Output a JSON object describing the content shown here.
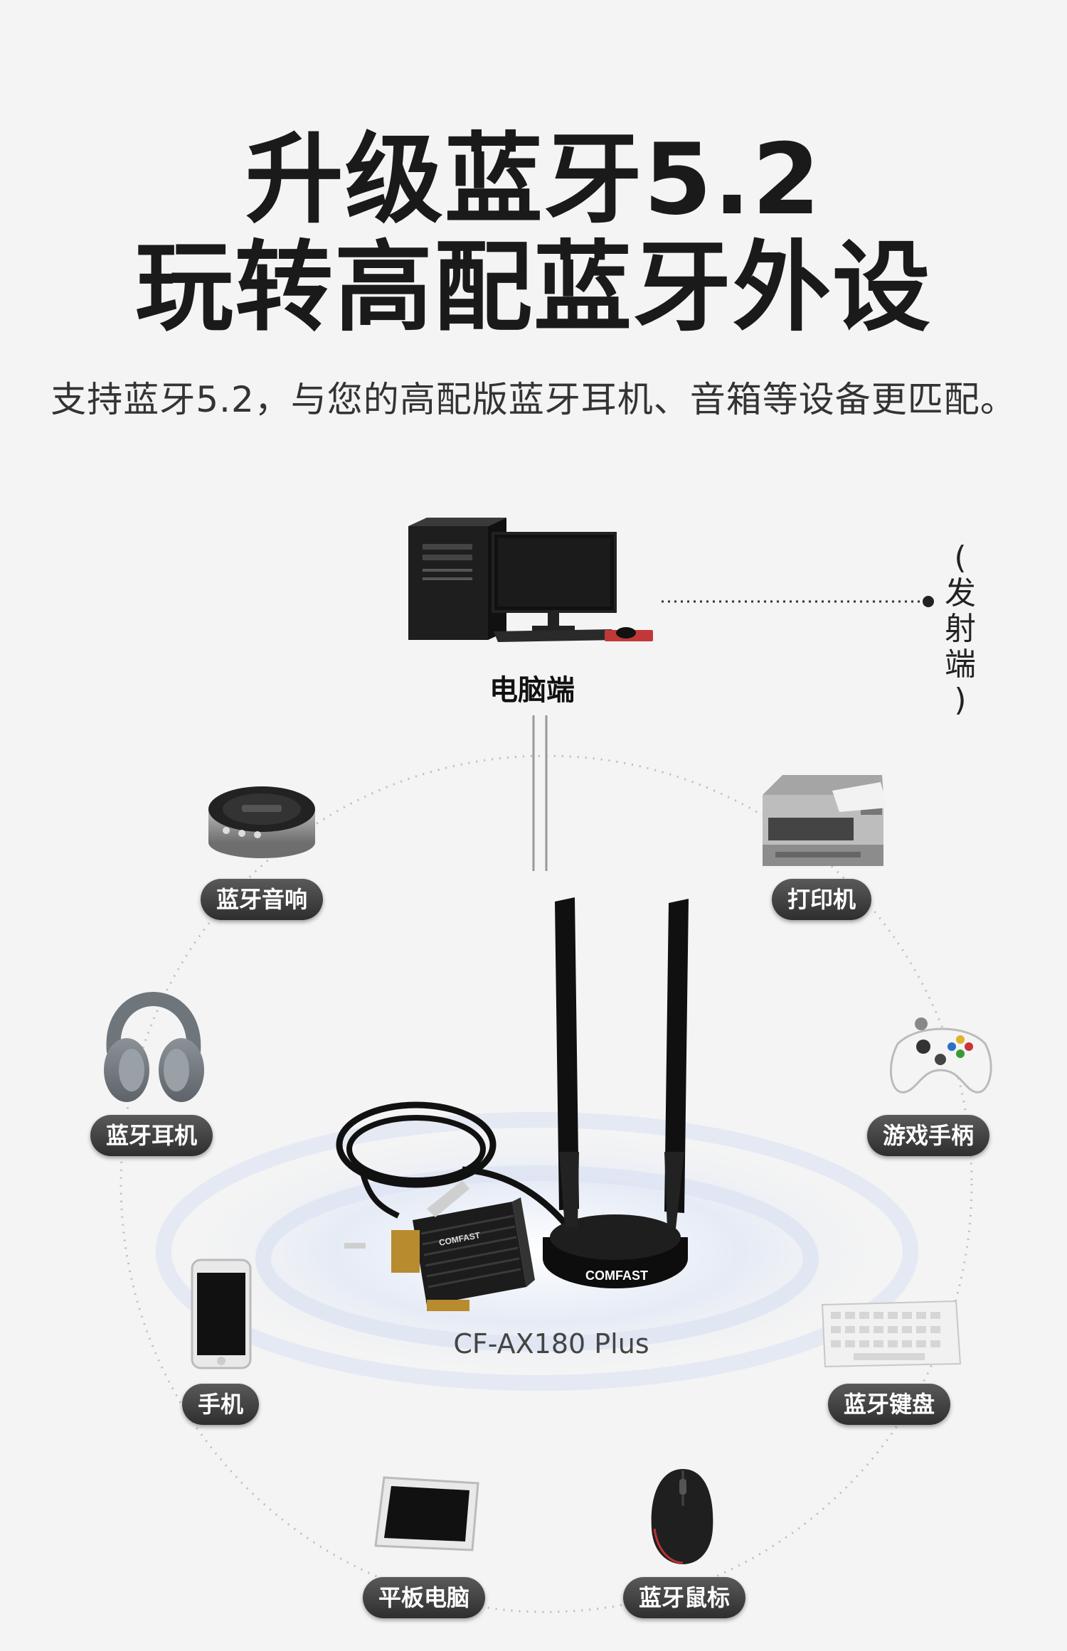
{
  "header": {
    "title_line1": "升级蓝牙5.2",
    "title_line2": "玩转高配蓝牙外设",
    "subtitle": "支持蓝牙5.2，与您的高配版蓝牙耳机、音箱等设备更匹配。"
  },
  "pc": {
    "label": "电脑端",
    "side_label": [
      "(",
      "发",
      "射",
      "端",
      ")"
    ]
  },
  "product": {
    "model": "CF-AX180 Plus",
    "brand": "COMFAST"
  },
  "devices": [
    {
      "label": "蓝牙音响",
      "icon": "speaker-icon"
    },
    {
      "label": "打印机",
      "icon": "printer-icon"
    },
    {
      "label": "蓝牙耳机",
      "icon": "headphones-icon"
    },
    {
      "label": "游戏手柄",
      "icon": "gamepad-icon"
    },
    {
      "label": "手机",
      "icon": "phone-icon"
    },
    {
      "label": "蓝牙键盘",
      "icon": "keyboard-icon"
    },
    {
      "label": "平板电脑",
      "icon": "tablet-icon"
    },
    {
      "label": "蓝牙鼠标",
      "icon": "mouse-icon"
    }
  ],
  "colors": {
    "background": "#f4f4f4",
    "pill": "#3a3a3a",
    "ring_glow": "#dfe6f4"
  }
}
